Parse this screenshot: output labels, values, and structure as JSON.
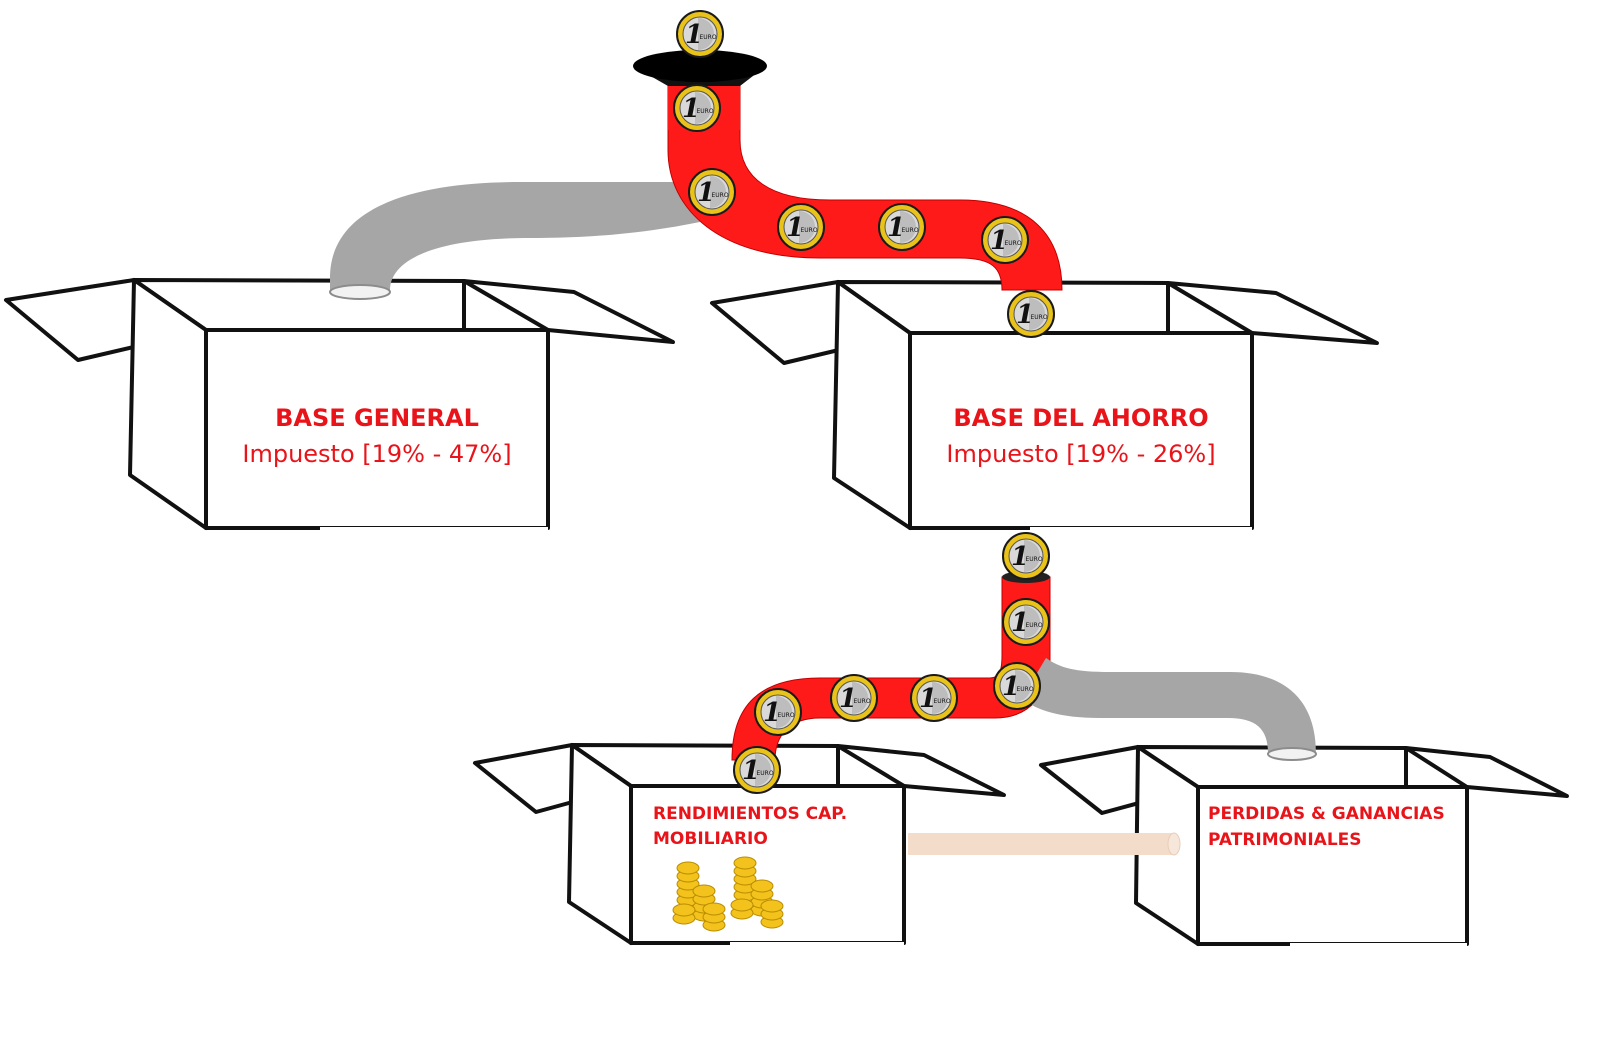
{
  "boxes": {
    "base_general": {
      "title": "BASE GENERAL",
      "tax": "Impuesto [19% - 47%]"
    },
    "base_ahorro": {
      "title": "BASE DEL AHORRO",
      "tax": "Impuesto [19% - 26%]"
    },
    "rendimientos": {
      "line1": "RENDIMIENTOS CAP.",
      "line2": "MOBILIARIO"
    },
    "perdidas": {
      "line1": "PERDIDAS & GANANCIAS",
      "line2": "PATRIMONIALES"
    }
  },
  "coin": {
    "digit": "1",
    "text": "EURO"
  },
  "colors": {
    "accent_red": "#e8141a",
    "pipe_red": "#ff1a1a",
    "pipe_gray": "#a6a6a6",
    "coin_gold": "#e9c21a",
    "coin_silver": "#d7d7d7",
    "link_pipe": "#f4dccb"
  }
}
